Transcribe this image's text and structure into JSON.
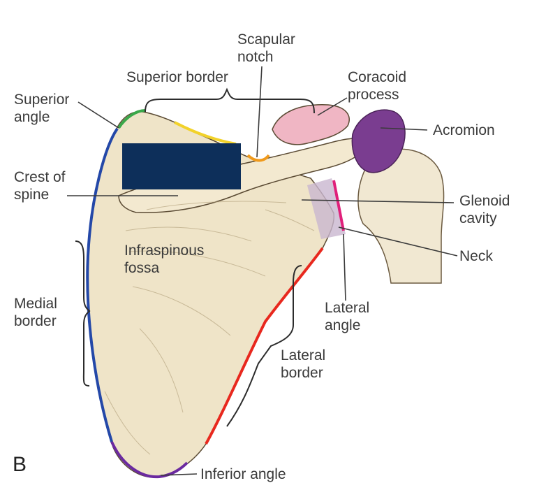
{
  "figure": {
    "panel_letter": "B",
    "labels": {
      "scapular_notch": "Scapular\nnotch",
      "superior_border": "Superior border",
      "coracoid_process": "Coracoid\nprocess",
      "superior_angle": "Superior\nangle",
      "acromion": "Acromion",
      "crest_of_spine": "Crest of\nspine",
      "glenoid_cavity": "Glenoid\ncavity",
      "infraspinous_fossa": "Infraspinous\nfossa",
      "neck": "Neck",
      "medial_border": "Medial\nborder",
      "lateral_angle": "Lateral\nangle",
      "lateral_border": "Lateral\nborder",
      "inferior_angle": "Inferior angle"
    },
    "colors": {
      "bone": "#efe4c8",
      "bone_shadow": "#cdbb95",
      "outline": "#5a4a33",
      "superior_angle_mark": "#3aa84a",
      "superior_border_mark": "#f2d22a",
      "scapular_notch_mark": "#f09a1c",
      "medial_border_mark": "#2448a8",
      "lateral_border_mark": "#e8281e",
      "inferior_angle_mark": "#6b2aa0",
      "glenoid_mark": "#e0207a",
      "acromion_fill": "#7a3d90",
      "coracoid_fill": "#f0b6c4",
      "label_mask": "#0d2f5a",
      "leader_line": "#3a3a3a"
    }
  }
}
